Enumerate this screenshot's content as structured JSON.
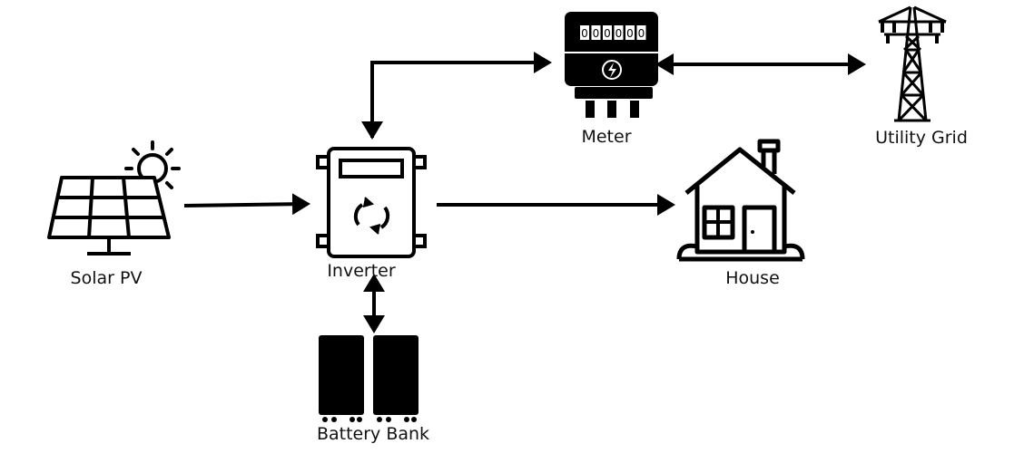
{
  "nodes": {
    "solar": {
      "label": "Solar PV"
    },
    "inverter": {
      "label": "Inverter"
    },
    "meter": {
      "label": "Meter",
      "display": "000000"
    },
    "grid": {
      "label": "Utility Grid"
    },
    "house": {
      "label": "House"
    },
    "battery": {
      "label": "Battery Bank"
    }
  },
  "edges": [
    {
      "from": "Solar PV",
      "to": "Inverter",
      "direction": "one-way"
    },
    {
      "from": "Inverter",
      "to": "Meter",
      "direction": "one-way"
    },
    {
      "from": "Meter",
      "to": "Inverter",
      "direction": "one-way"
    },
    {
      "from": "Meter",
      "to": "Utility Grid",
      "direction": "two-way"
    },
    {
      "from": "Inverter",
      "to": "House",
      "direction": "one-way"
    },
    {
      "from": "Inverter",
      "to": "Battery Bank",
      "direction": "two-way"
    }
  ],
  "colors": {
    "stroke": "#000000",
    "background": "#ffffff"
  }
}
